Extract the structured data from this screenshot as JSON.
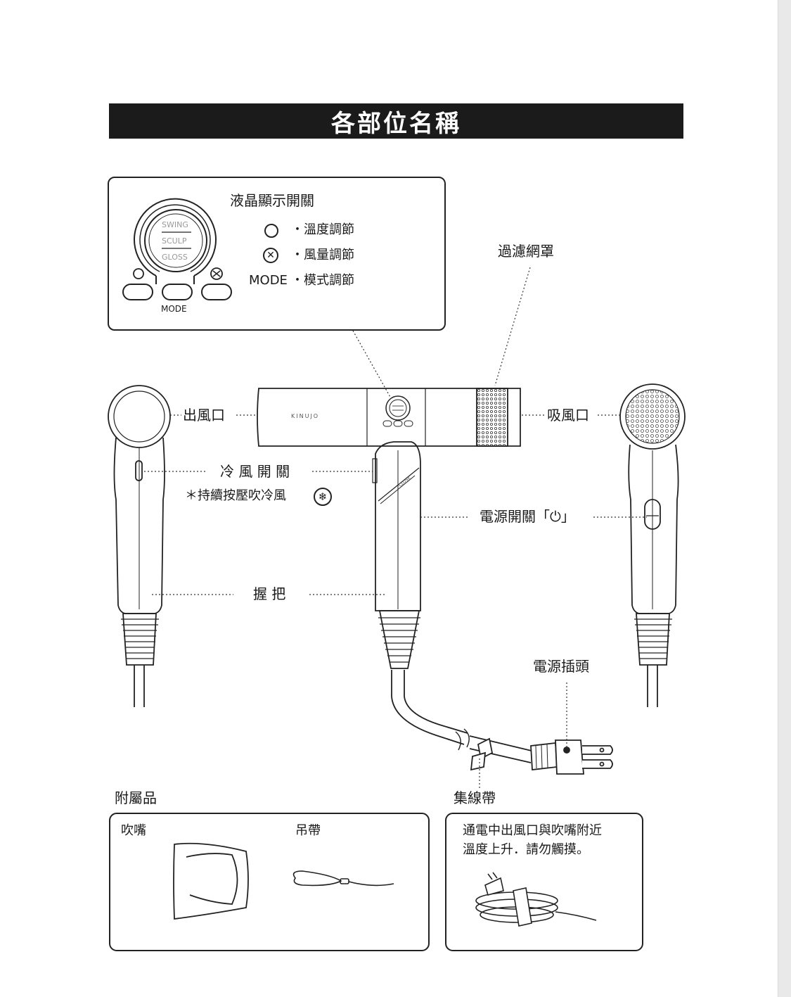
{
  "page": {
    "title": "各部位名稱"
  },
  "control_panel": {
    "heading": "液晶顯示開關",
    "dial_modes": [
      "SWING",
      "SCULP",
      "GLOSS"
    ],
    "mode_button_label": "MODE",
    "legend": [
      {
        "icon": "circle-icon",
        "label": "・溫度調節"
      },
      {
        "icon": "fan-icon",
        "label": "・風量調節"
      },
      {
        "icon": "mode-text",
        "prefix": "MODE",
        "label": "・模式調節"
      }
    ]
  },
  "labels": {
    "filter": "過濾網罩",
    "outlet": "出風口",
    "inlet": "吸風口",
    "cool_switch": "冷 風 開 關",
    "cool_note": "＊持續按壓吹冷風",
    "power_switch": "電源開關「⏻」",
    "grip": "握 把",
    "plug": "電源插頭",
    "cord_band": "集線帶",
    "brand": "KINUJO",
    "lock_text": "CLOSE"
  },
  "accessories": {
    "heading": "附屬品",
    "items": [
      {
        "label": "吹嘴"
      },
      {
        "label": "吊帶"
      }
    ]
  },
  "warning": {
    "lines": [
      "通電中出風口與吹嘴附近",
      "溫度上升．請勿觸摸。"
    ]
  }
}
